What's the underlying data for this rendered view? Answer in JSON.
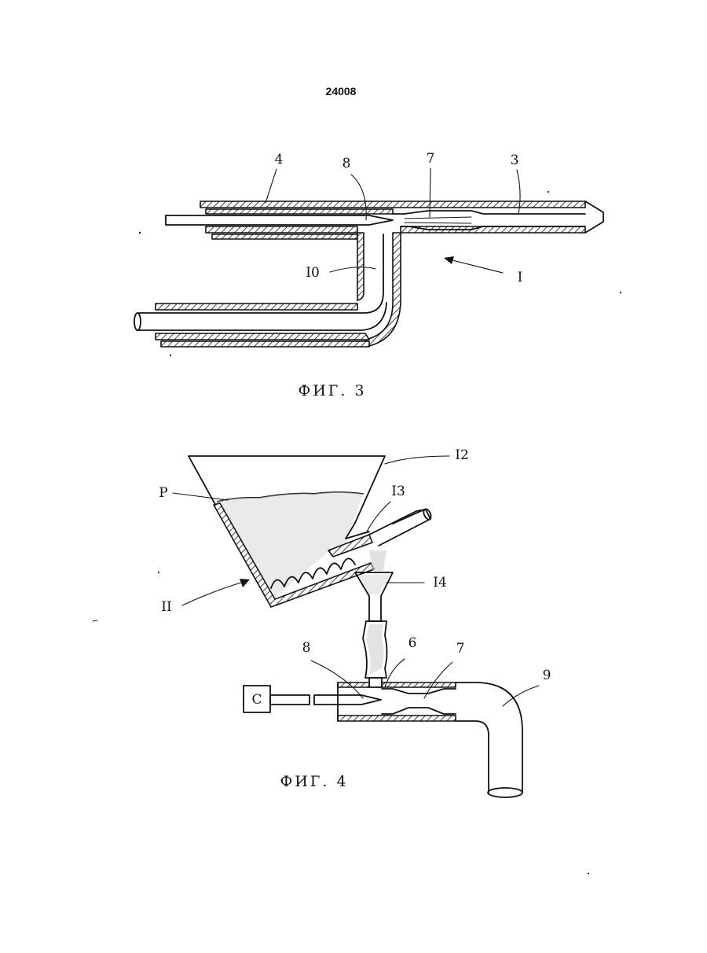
{
  "patent_number": "24008",
  "figure3": {
    "caption": "ФИГ. 3",
    "labels": {
      "l4": "4",
      "l8": "8",
      "l7": "7",
      "l3": "3",
      "l10": "I0",
      "l1": "I"
    }
  },
  "figure4": {
    "caption": "ФИГ. 4",
    "labels": {
      "l12": "I2",
      "lP": "P",
      "l13": "I3",
      "l14": "I4",
      "l11": "II",
      "l8": "8",
      "l6": "6",
      "l7": "7",
      "l9": "9",
      "lC": "C"
    }
  }
}
